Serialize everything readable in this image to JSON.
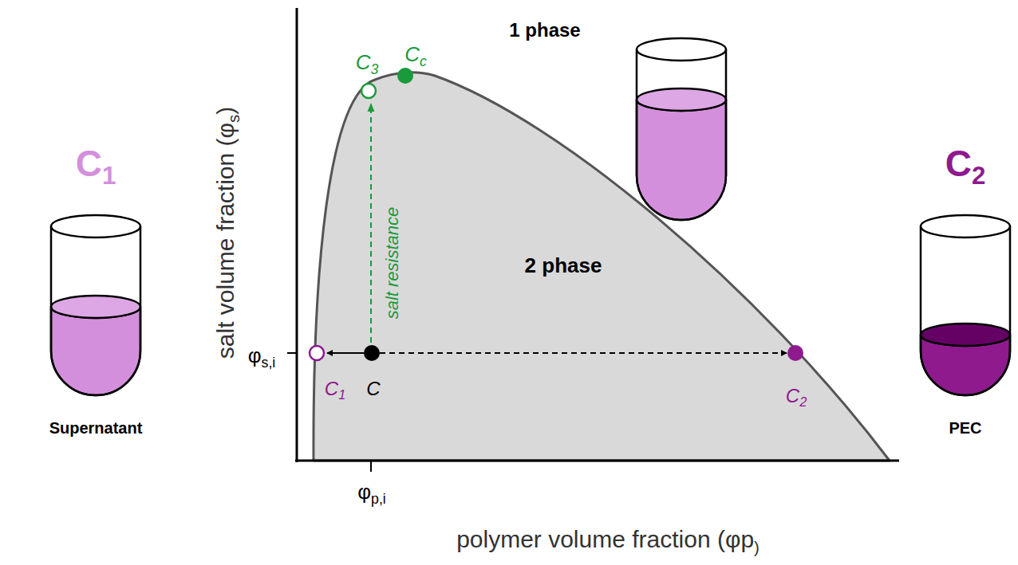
{
  "diagram": {
    "labels": [
      "C1",
      "Supernatant",
      "salt volume fraction (φs)",
      "1 phase",
      "C3",
      "Cc",
      "salt resistance",
      "2 phase",
      "φs,i",
      "C1",
      "C",
      "C2",
      "φp,i",
      "polymer volume fraction (φp)",
      "C2",
      "PEC"
    ]
  }
}
